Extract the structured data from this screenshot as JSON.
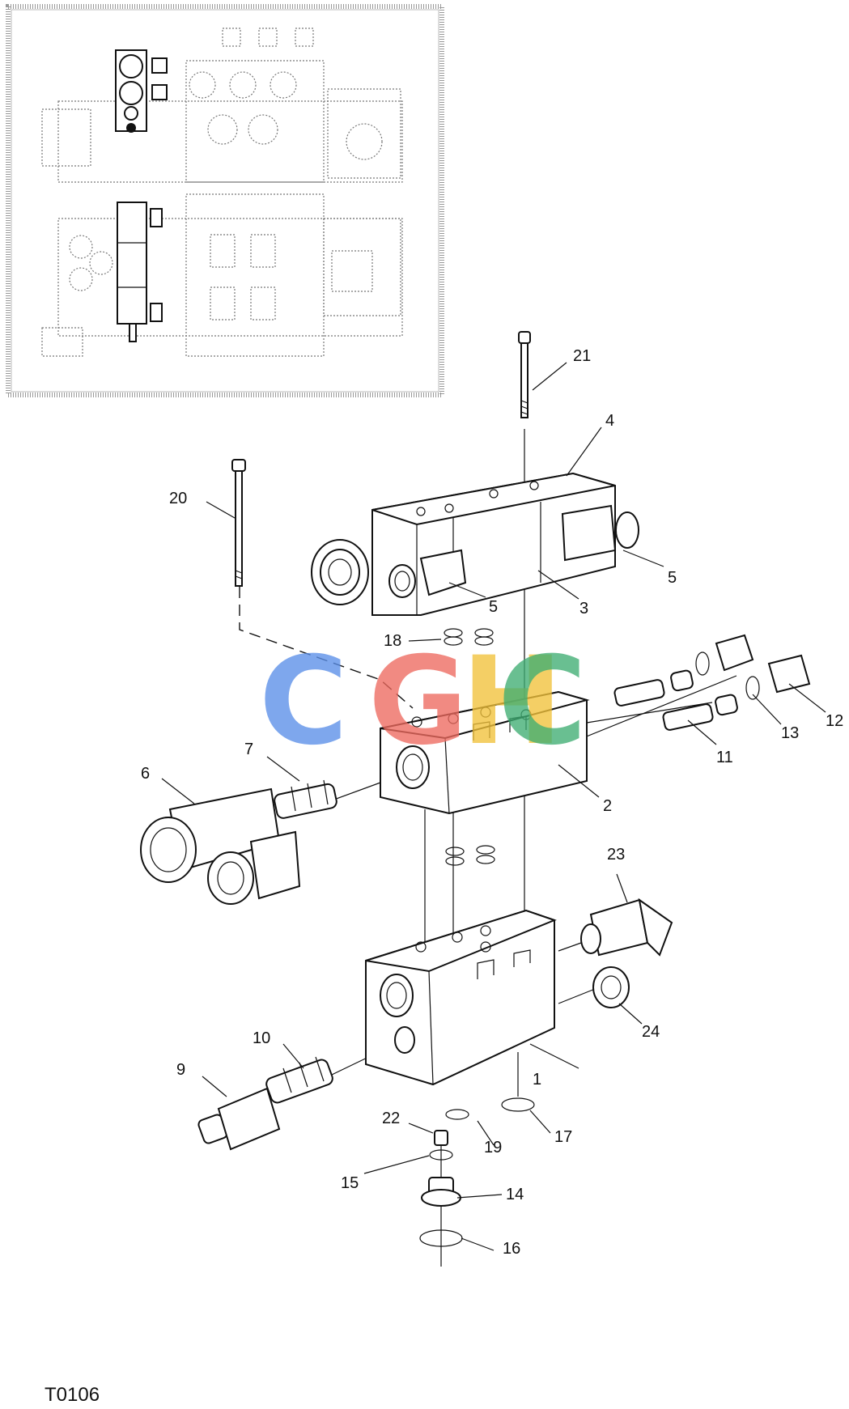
{
  "figure_code": "T0106",
  "watermark": {
    "letters": [
      "C",
      "G",
      "H",
      "C"
    ],
    "colors": [
      "#5b8fe8",
      "#ee6a5f",
      "#f2c23a",
      "#3fae73"
    ]
  },
  "callouts": [
    "1",
    "2",
    "3",
    "4",
    "5",
    "5",
    "6",
    "7",
    "9",
    "10",
    "11",
    "12",
    "13",
    "14",
    "15",
    "16",
    "17",
    "18",
    "19",
    "20",
    "21",
    "22",
    "23",
    "24"
  ]
}
